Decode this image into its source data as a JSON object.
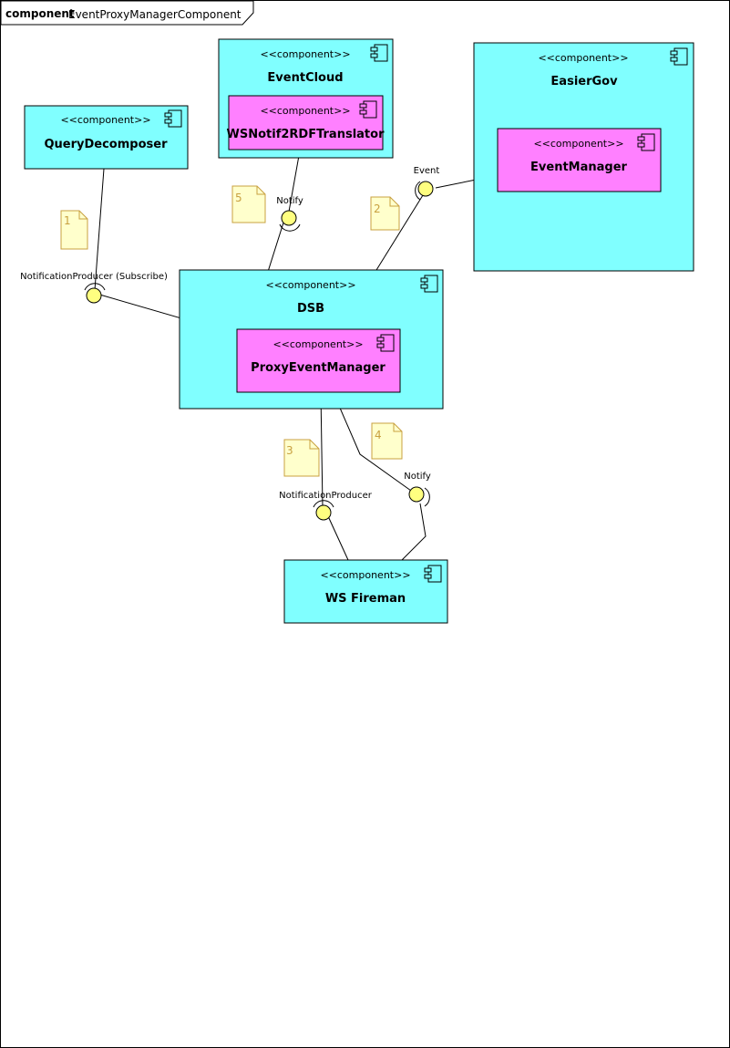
{
  "frame": {
    "kind": "component",
    "name": "EventProxyManagerComponent"
  },
  "colors": {
    "component_fill": "#80ffff",
    "nested_component_fill": "#ff80ff",
    "interface_fill": "#ffff80",
    "note_fill": "#ffffcc",
    "note_text": "#c8a040",
    "line": "#000000"
  },
  "stereotype": "<<component>>",
  "components": {
    "query_decomposer": "QueryDecomposer",
    "event_cloud": "EventCloud",
    "ws_notif_translator": "WSNotif2RDFTranslator",
    "easier_gov": "EasierGov",
    "event_manager": "EventManager",
    "dsb": "DSB",
    "proxy_event_manager": "ProxyEventManager",
    "ws_fireman": "WS Fireman"
  },
  "interfaces": {
    "notification_producer_subscribe": "NotificationProducer (Subscribe)",
    "notify_top": "Notify",
    "event": "Event",
    "notification_producer": "NotificationProducer",
    "notify_bottom": "Notify"
  },
  "notes": {
    "n1": "1",
    "n2": "2",
    "n3": "3",
    "n4": "4",
    "n5": "5"
  },
  "icon": "component-icon"
}
